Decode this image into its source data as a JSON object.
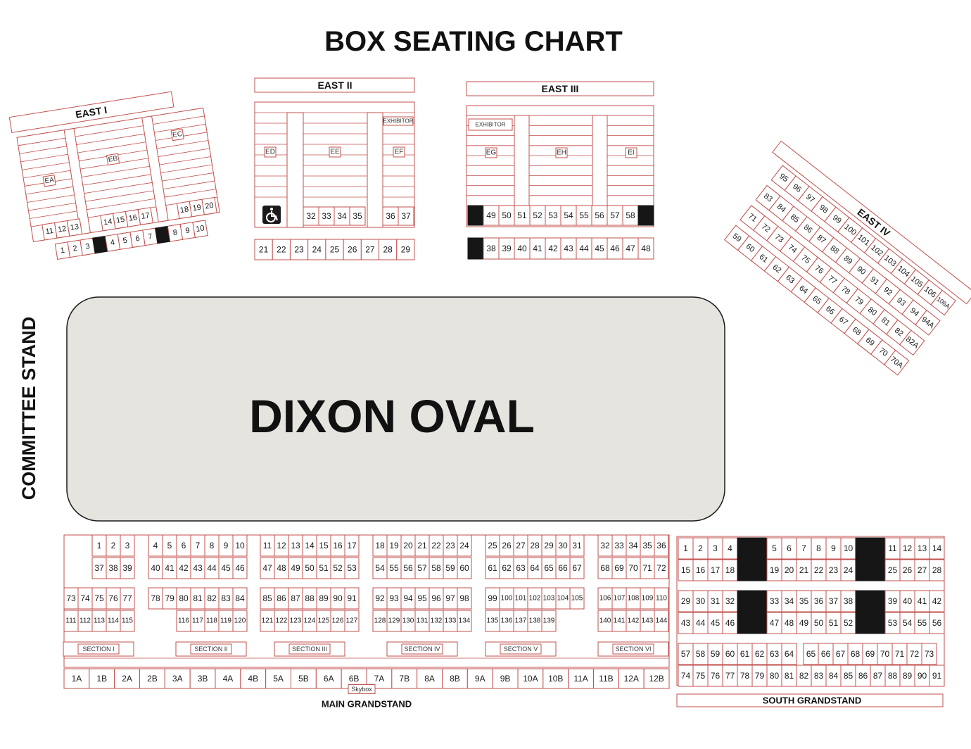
{
  "title": "BOX SEATING CHART",
  "arena": "DIXON OVAL",
  "committee_stand": "COMMITTEE STAND",
  "main_grandstand": "MAIN GRANDSTAND",
  "south_grandstand": "SOUTH GRANDSTAND",
  "skybox": "Skybox",
  "east": {
    "i": {
      "title": "EAST I",
      "sections": [
        "EA",
        "EB",
        "EC"
      ],
      "boxes_row1": [
        "11",
        "12",
        "13",
        "14",
        "15",
        "16",
        "17",
        "18",
        "19",
        "20"
      ],
      "boxes_row2": [
        "1",
        "2",
        "3",
        "4",
        "5",
        "6",
        "7",
        "8",
        "9",
        "10"
      ]
    },
    "ii": {
      "title": "EAST II",
      "sections": [
        "ED",
        "EE",
        "EF"
      ],
      "exhibitor": "EXHIBITOR",
      "boxes_row1": [
        "32",
        "33",
        "34",
        "35",
        "36",
        "37"
      ],
      "boxes_row2": [
        "21",
        "22",
        "23",
        "24",
        "25",
        "26",
        "27",
        "28",
        "29"
      ]
    },
    "iii": {
      "title": "EAST III",
      "sections": [
        "EG",
        "EH",
        "EI"
      ],
      "exhibitor": "EXHIBITOR",
      "boxes_row1": [
        "49",
        "50",
        "51",
        "52",
        "53",
        "54",
        "55",
        "56",
        "57",
        "58"
      ],
      "boxes_row2": [
        "38",
        "39",
        "40",
        "41",
        "42",
        "43",
        "44",
        "45",
        "46",
        "47",
        "48"
      ]
    },
    "iv": {
      "title": "EAST IV",
      "row_a": [
        "95",
        "96",
        "97",
        "98",
        "99",
        "100",
        "101",
        "102",
        "103",
        "104",
        "105",
        "106",
        "106A"
      ],
      "row_b": [
        "83",
        "84",
        "85",
        "86",
        "87",
        "88",
        "89",
        "90",
        "91",
        "92",
        "93",
        "94",
        "94A"
      ],
      "row_c": [
        "71",
        "72",
        "73",
        "74",
        "75",
        "76",
        "77",
        "78",
        "79",
        "80",
        "81",
        "82",
        "82A"
      ],
      "row_d": [
        "59",
        "60",
        "61",
        "62",
        "63",
        "64",
        "65",
        "66",
        "67",
        "68",
        "69",
        "70",
        "70A"
      ]
    }
  },
  "main": {
    "sections": [
      "SECTION I",
      "SECTION II",
      "SECTION III",
      "SECTION IV",
      "SECTION V",
      "SECTION VI"
    ],
    "upper_row1": [
      "1",
      "2",
      "3",
      "4",
      "5",
      "6",
      "7",
      "8",
      "9",
      "10",
      "11",
      "12",
      "13",
      "14",
      "15",
      "16",
      "17",
      "18",
      "19",
      "20",
      "21",
      "22",
      "23",
      "24",
      "25",
      "26",
      "27",
      "28",
      "29",
      "30",
      "31",
      "32",
      "33",
      "34",
      "35",
      "36"
    ],
    "upper_row2": [
      "37",
      "38",
      "39",
      "40",
      "41",
      "42",
      "43",
      "44",
      "45",
      "46",
      "47",
      "48",
      "49",
      "50",
      "51",
      "52",
      "53",
      "54",
      "55",
      "56",
      "57",
      "58",
      "59",
      "60",
      "61",
      "62",
      "63",
      "64",
      "65",
      "66",
      "67",
      "68",
      "69",
      "70",
      "71",
      "72"
    ],
    "lower_row1": [
      "73",
      "74",
      "75",
      "76",
      "77",
      "78",
      "79",
      "80",
      "81",
      "82",
      "83",
      "84",
      "85",
      "86",
      "87",
      "88",
      "89",
      "90",
      "91",
      "92",
      "93",
      "94",
      "95",
      "96",
      "97",
      "98",
      "99",
      "100",
      "101",
      "102",
      "103",
      "104",
      "105",
      "106",
      "107",
      "108",
      "109",
      "110"
    ],
    "lower_row2": [
      "111",
      "112",
      "113",
      "114",
      "115",
      "116",
      "117",
      "118",
      "119",
      "120",
      "121",
      "122",
      "123",
      "124",
      "125",
      "126",
      "127",
      "128",
      "129",
      "130",
      "131",
      "132",
      "133",
      "134",
      "135",
      "136",
      "137",
      "138",
      "139",
      "140",
      "141",
      "142",
      "143",
      "144"
    ],
    "rail": [
      "1A",
      "1B",
      "2A",
      "2B",
      "3A",
      "3B",
      "4A",
      "4B",
      "5A",
      "5B",
      "6A",
      "6B",
      "7A",
      "7B",
      "8A",
      "8B",
      "9A",
      "9B",
      "10A",
      "10B",
      "11A",
      "11B",
      "12A",
      "12B"
    ]
  },
  "south": {
    "row1": [
      "1",
      "2",
      "3",
      "4",
      "5",
      "6",
      "7",
      "8",
      "9",
      "10",
      "11",
      "12",
      "13",
      "14"
    ],
    "row2": [
      "15",
      "16",
      "17",
      "18",
      "19",
      "20",
      "21",
      "22",
      "23",
      "24",
      "25",
      "26",
      "27",
      "28"
    ],
    "row3": [
      "29",
      "30",
      "31",
      "32",
      "33",
      "34",
      "35",
      "36",
      "37",
      "38",
      "39",
      "40",
      "41",
      "42"
    ],
    "row4": [
      "43",
      "44",
      "45",
      "46",
      "47",
      "48",
      "49",
      "50",
      "51",
      "52",
      "53",
      "54",
      "55",
      "56"
    ],
    "row5": [
      "57",
      "58",
      "59",
      "60",
      "61",
      "62",
      "63",
      "64",
      "65",
      "66",
      "67",
      "68",
      "69",
      "70",
      "71",
      "72",
      "73"
    ],
    "row6": [
      "74",
      "75",
      "76",
      "77",
      "78",
      "79",
      "80",
      "81",
      "82",
      "83",
      "84",
      "85",
      "86",
      "87",
      "88",
      "89",
      "90",
      "91"
    ]
  },
  "colors": {
    "border": "#c0504d",
    "arena_fill": "#e6e4df",
    "blocked": "#161616"
  }
}
